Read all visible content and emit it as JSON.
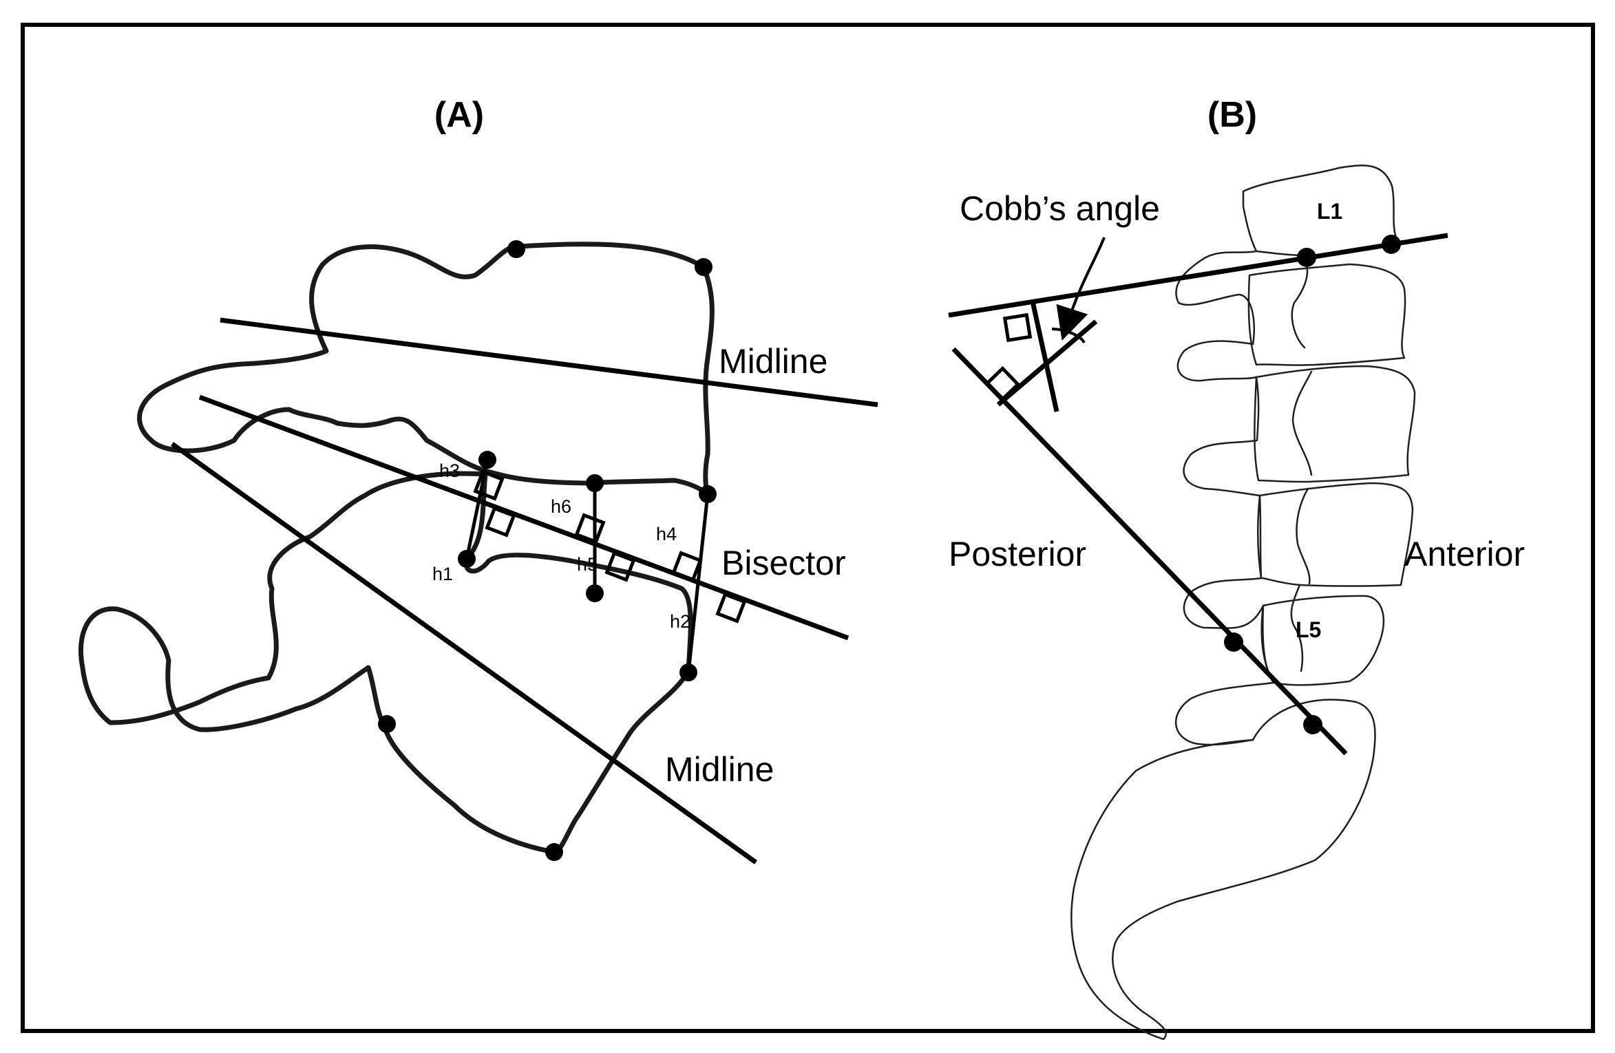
{
  "panel_a": {
    "title": "(A)",
    "labels": {
      "midline_upper": "Midline",
      "bisector": "Bisector",
      "midline_lower": "Midline",
      "h1": "h1",
      "h2": "h2",
      "h3": "h3",
      "h4": "h4",
      "h5": "h5",
      "h6": "h6"
    }
  },
  "panel_b": {
    "title": "(B)",
    "labels": {
      "cobbs_angle": "Cobb’s angle",
      "l1": "L1",
      "l5": "L5",
      "posterior": "Posterior",
      "anterior": "Anterior"
    }
  }
}
